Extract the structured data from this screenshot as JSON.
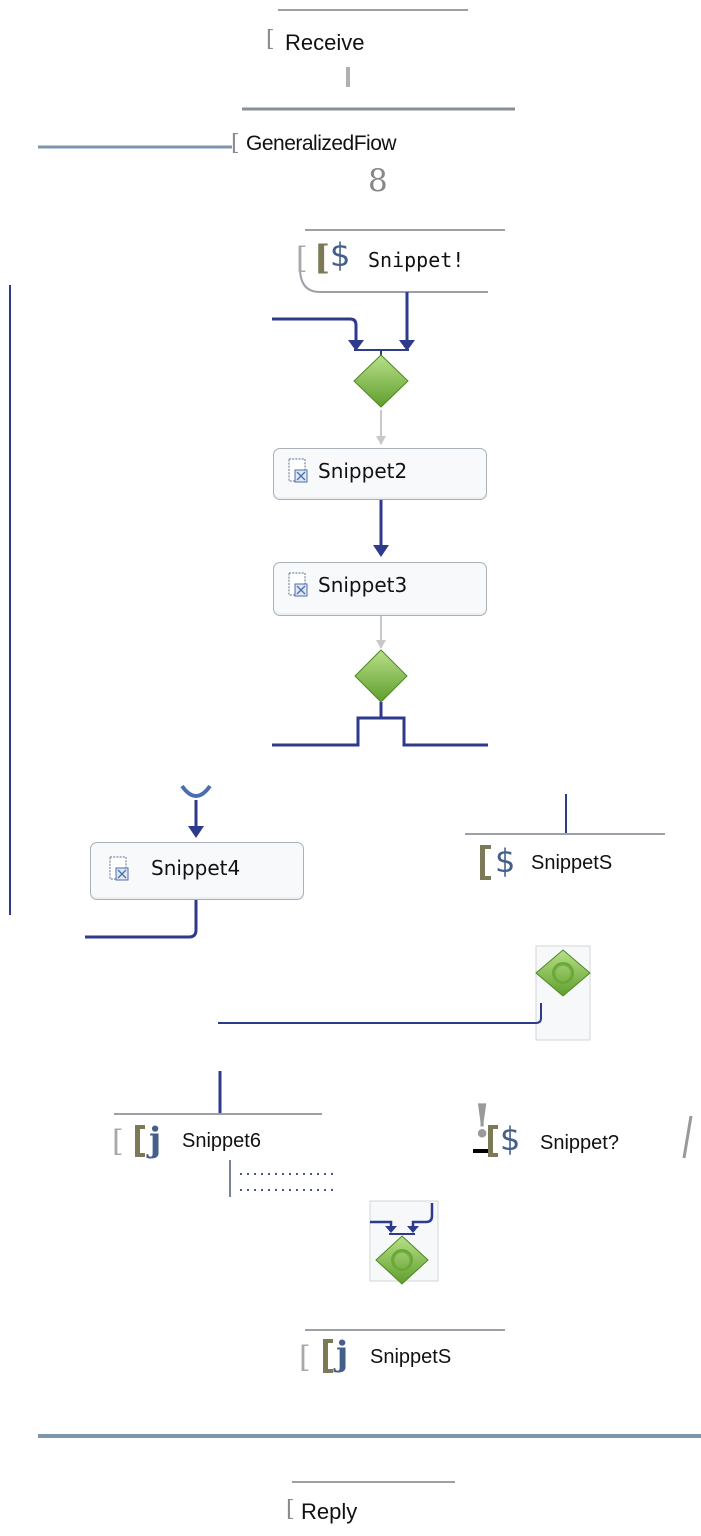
{
  "receive": {
    "label": "Receive"
  },
  "generalized_flow": {
    "label": "GeneralizedFiow",
    "glyph": "8"
  },
  "snippet1": {
    "bracket": "[",
    "marker": "$",
    "label": "Snippet!"
  },
  "snippet2": {
    "label": "Snippet2"
  },
  "snippet3": {
    "label": "Snippet3"
  },
  "snippet4": {
    "label": "Snippet4"
  },
  "snippet5": {
    "marker": "$",
    "label": "SnippetS"
  },
  "snippet6": {
    "bracket": "[",
    "marker": "j",
    "label": "Snippet6"
  },
  "snippet7": {
    "marker": "$",
    "label": "Snippet?",
    "exclaim": "!"
  },
  "snippet8": {
    "bracket": "[",
    "marker": "j",
    "label": "SnippetS"
  },
  "reply": {
    "label": "Reply"
  },
  "colors": {
    "flow_line": "#2e3a8c",
    "divider": "#7c96ad",
    "gateway_green": "#7dbb3f",
    "bracket_olive": "#7c7a56",
    "node_border": "#a9b0b8"
  }
}
